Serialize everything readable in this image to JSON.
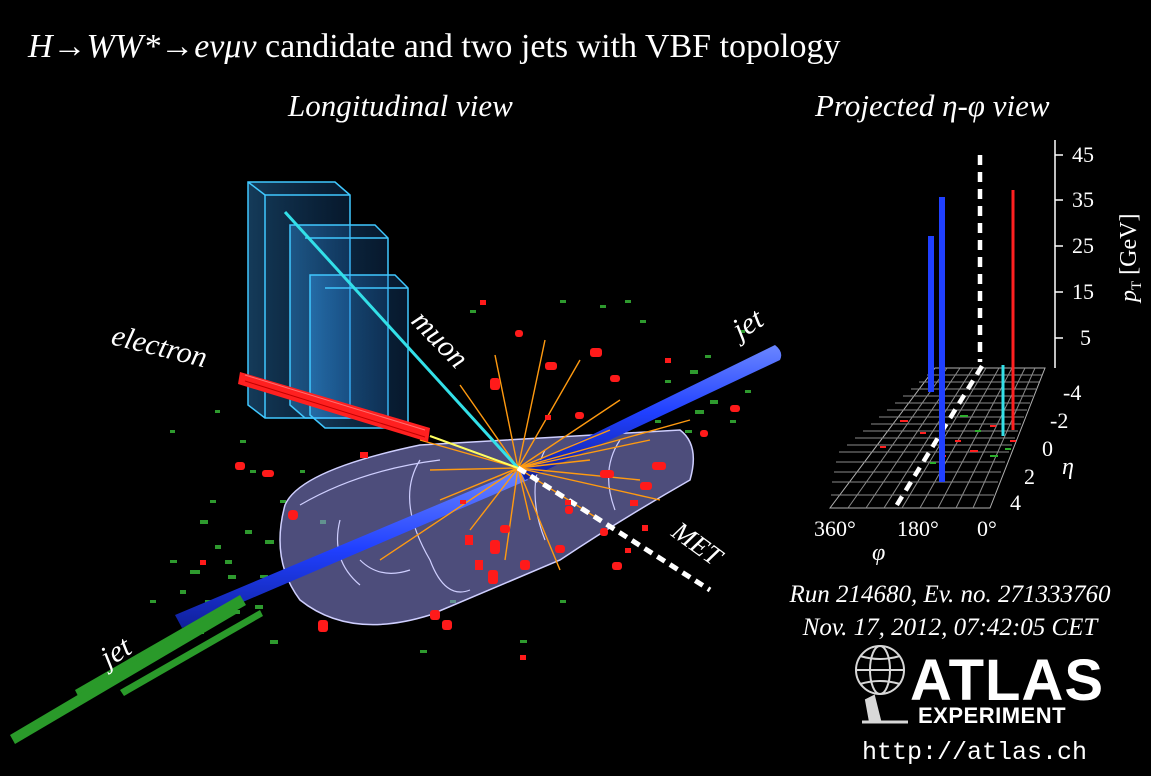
{
  "title": {
    "formula": "H→WW*→eνμν",
    "rest": " candidate and two jets with VBF topology"
  },
  "longitudinal_view": {
    "label": "Longitudinal view",
    "annotations": {
      "electron": "electron",
      "muon": "muon",
      "jet_upper": "jet",
      "jet_lower": "jet",
      "met": "MET"
    }
  },
  "projected_view": {
    "label": "Projected η-φ view",
    "pt_axis": {
      "label_p": "p",
      "label_sub": "T",
      "label_unit": " [GeV]",
      "ticks": [
        "45",
        "35",
        "25",
        "15",
        "5"
      ]
    },
    "eta_axis": {
      "label": "η",
      "ticks": [
        "-4",
        "-2",
        "0",
        "2",
        "4"
      ]
    },
    "phi_axis": {
      "label": "φ",
      "ticks": [
        "360°",
        "180°",
        "0°"
      ]
    }
  },
  "run_info": {
    "line1": "Run 214680, Ev. no. 271333760",
    "line2": "Nov. 17, 2012, 07:42:05 CET"
  },
  "logo": {
    "word": "ATLAS",
    "subtitle": "EXPERIMENT",
    "url": "http://atlas.ch"
  },
  "colors": {
    "background": "#000000",
    "electron": "#ff2020",
    "muon": "#33e0e8",
    "jet_blue": "#2040ff",
    "jet_green": "#2a9a2a",
    "calorimeter_box": "#35b8ff",
    "detector": "#9a9ae8",
    "tracks": "#ff9a10",
    "met": "#ffffff"
  }
}
